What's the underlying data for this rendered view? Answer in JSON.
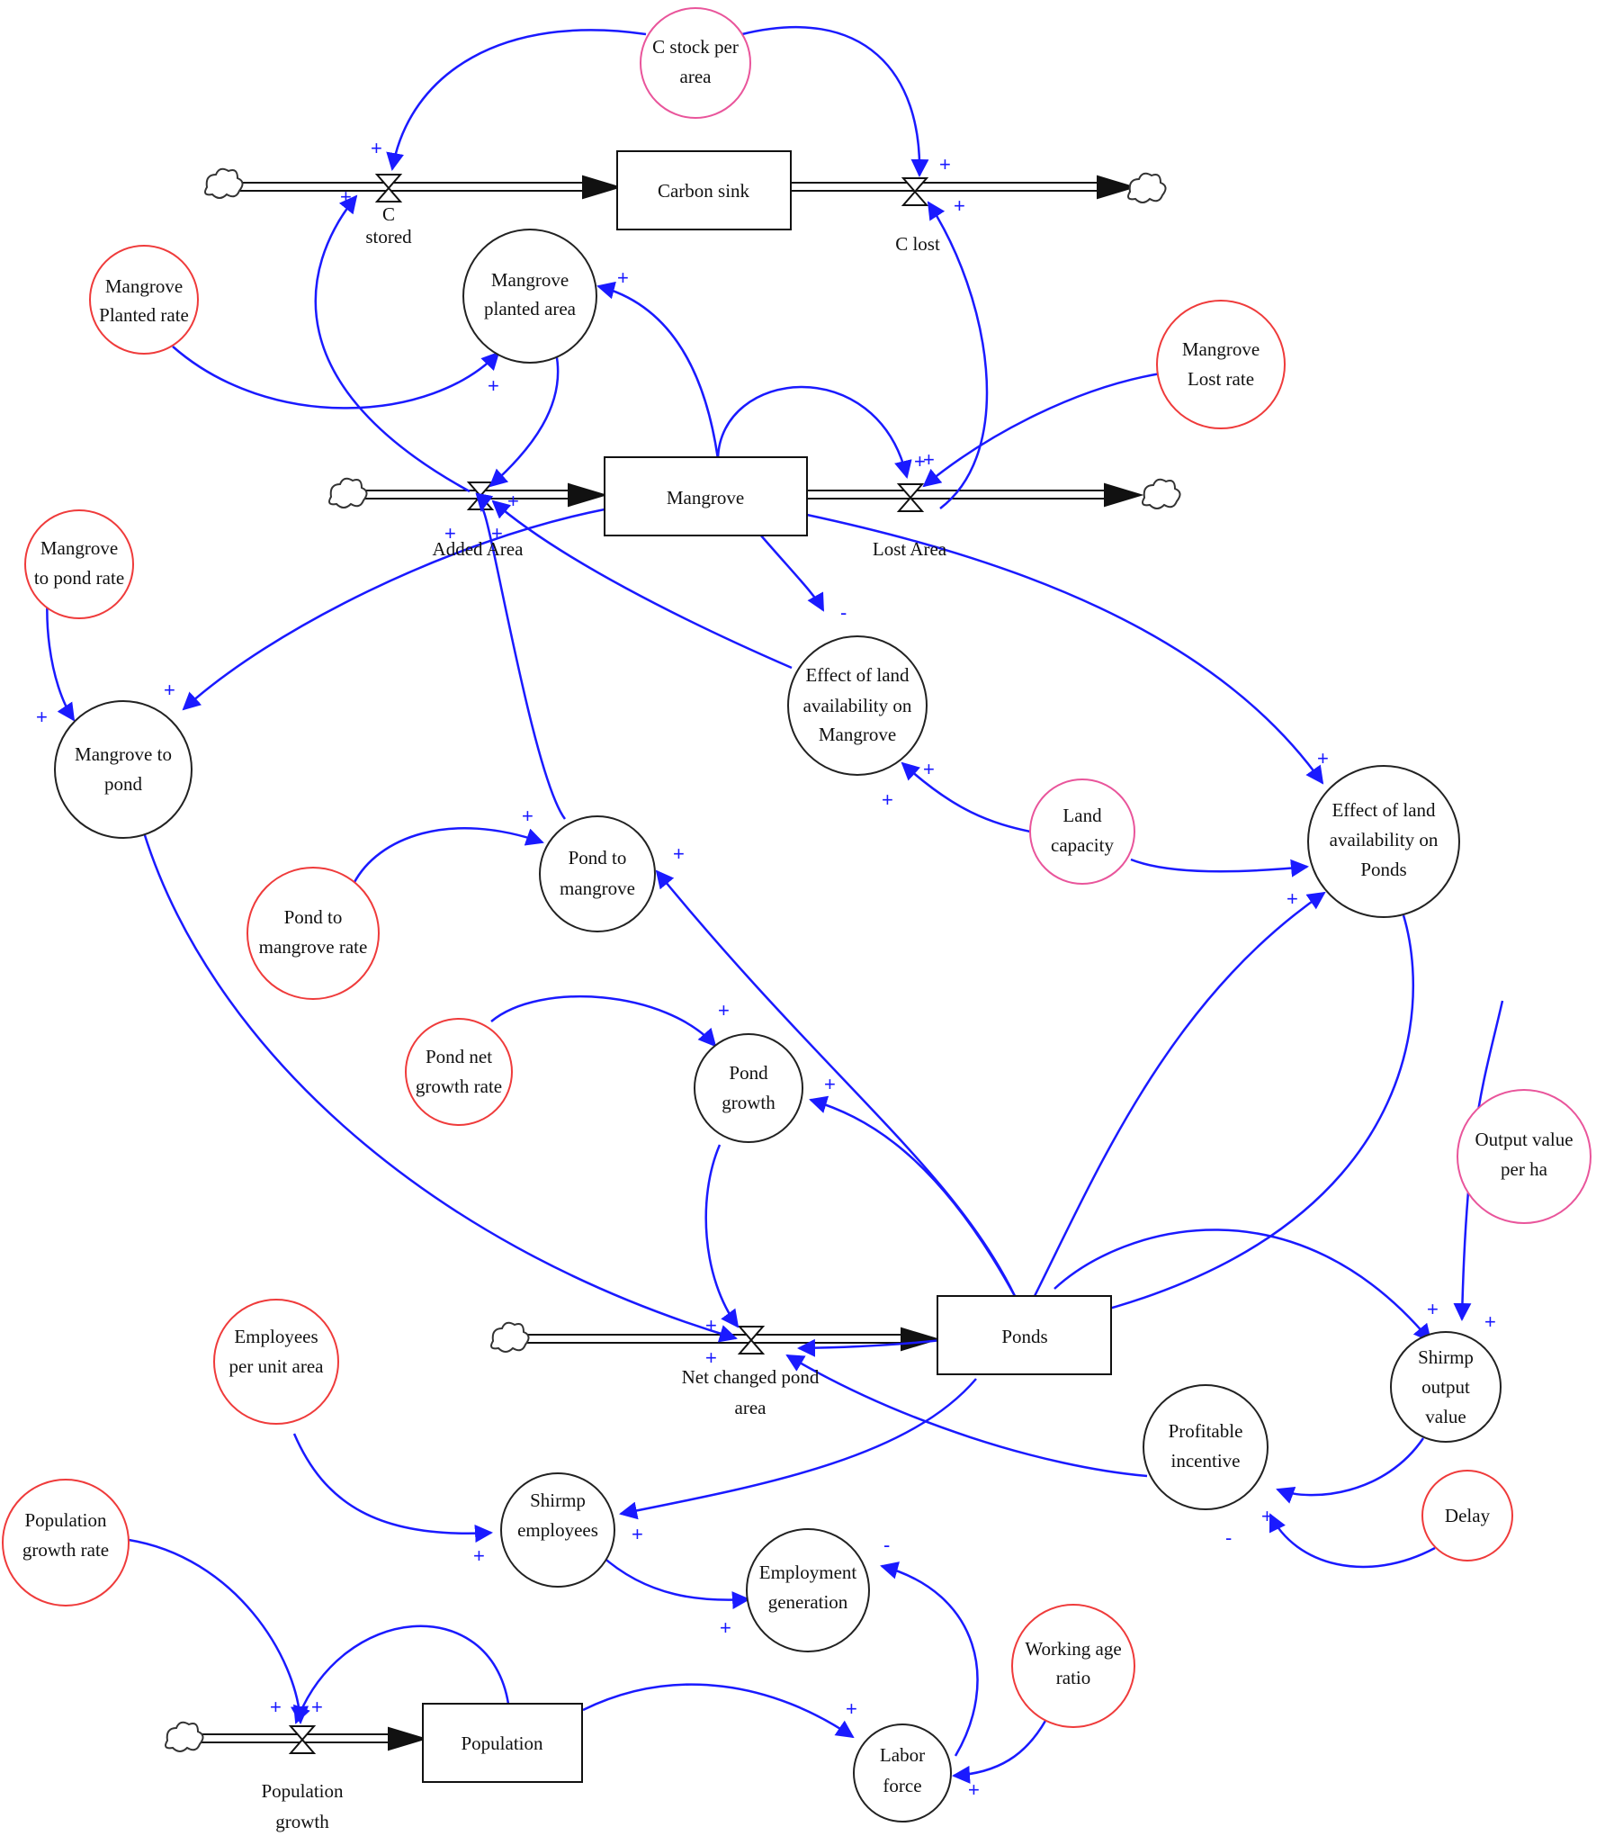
{
  "colors": {
    "link": "#1a1aff",
    "stock_border": "#111111",
    "parameter_border": "#ef3b3b",
    "constant_border": "#e9559b",
    "auxiliary_border": "#222222",
    "text": "#111111"
  },
  "stocks": {
    "carbon_sink": "Carbon sink",
    "mangrove": "Mangrove",
    "ponds": "Ponds",
    "population": "Population"
  },
  "flows": {
    "c_stored": [
      "C",
      "stored"
    ],
    "c_lost": [
      "C lost"
    ],
    "added_area": [
      "Added Area"
    ],
    "lost_area": [
      "Lost Area"
    ],
    "net_change_pond_area": [
      "Net changed pond",
      "area"
    ],
    "population_growth": [
      "Population",
      "growth"
    ]
  },
  "variables": {
    "c_stock_per_area": [
      "C stock per",
      "area"
    ],
    "mangrove_planted_rate": [
      "Mangrove",
      "Planted rate"
    ],
    "mangrove_planted_area": [
      "Mangrove",
      "planted area"
    ],
    "mangrove_lost_rate": [
      "Mangrove",
      "Lost rate"
    ],
    "mangrove_to_pond_rate": [
      "Mangrove",
      "to pond rate"
    ],
    "mangrove_to_pond": [
      "Mangrove to",
      "pond"
    ],
    "effect_land_mangrove": [
      "Effect of land",
      "availability on",
      "Mangrove"
    ],
    "land_capacity": [
      "Land",
      "capacity"
    ],
    "effect_land_ponds": [
      "Effect of land",
      "availability on",
      "Ponds"
    ],
    "pond_to_mangrove": [
      "Pond to",
      "mangrove"
    ],
    "pond_to_mangrove_rate": [
      "Pond to",
      "mangrove rate"
    ],
    "pond_net_growth_rate": [
      "Pond net",
      "growth rate"
    ],
    "pond_growth": [
      "Pond",
      "growth"
    ],
    "output_value_per_ha": [
      "Output value",
      "per ha"
    ],
    "shrimp_output_value": [
      "Shirmp",
      "output",
      "value"
    ],
    "profitable_incentive": [
      "Profitable",
      "incentive"
    ],
    "delay": [
      "Delay"
    ],
    "employees_per_unit_area": [
      "Employees",
      "per unit area"
    ],
    "shrimp_employees": [
      "Shirmp",
      "employees"
    ],
    "employment_generation": [
      "Employment",
      "generation"
    ],
    "population_growth_rate": [
      "Population",
      "growth rate"
    ],
    "working_age_ratio": [
      "Working age",
      "ratio"
    ],
    "labor_force": [
      "Labor",
      "force"
    ]
  },
  "polarity": {
    "positive": "+",
    "negative": "-"
  }
}
